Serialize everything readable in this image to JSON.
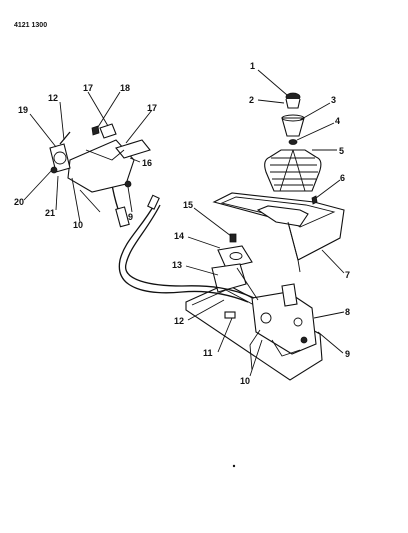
{
  "header": {
    "code": "4121 1300"
  },
  "callouts": {
    "c1": "1",
    "c2": "2",
    "c3": "3",
    "c4": "4",
    "c5": "5",
    "c6": "6",
    "c7": "7",
    "c8": "8",
    "c9a": "9",
    "c9b": "9",
    "c10a": "10",
    "c10b": "10",
    "c11": "11",
    "c12a": "12",
    "c12b": "12",
    "c13": "13",
    "c14": "14",
    "c15": "15",
    "c16": "16",
    "c17a": "17",
    "c17b": "17",
    "c18": "18",
    "c19": "19",
    "c20": "20",
    "c21": "21"
  }
}
